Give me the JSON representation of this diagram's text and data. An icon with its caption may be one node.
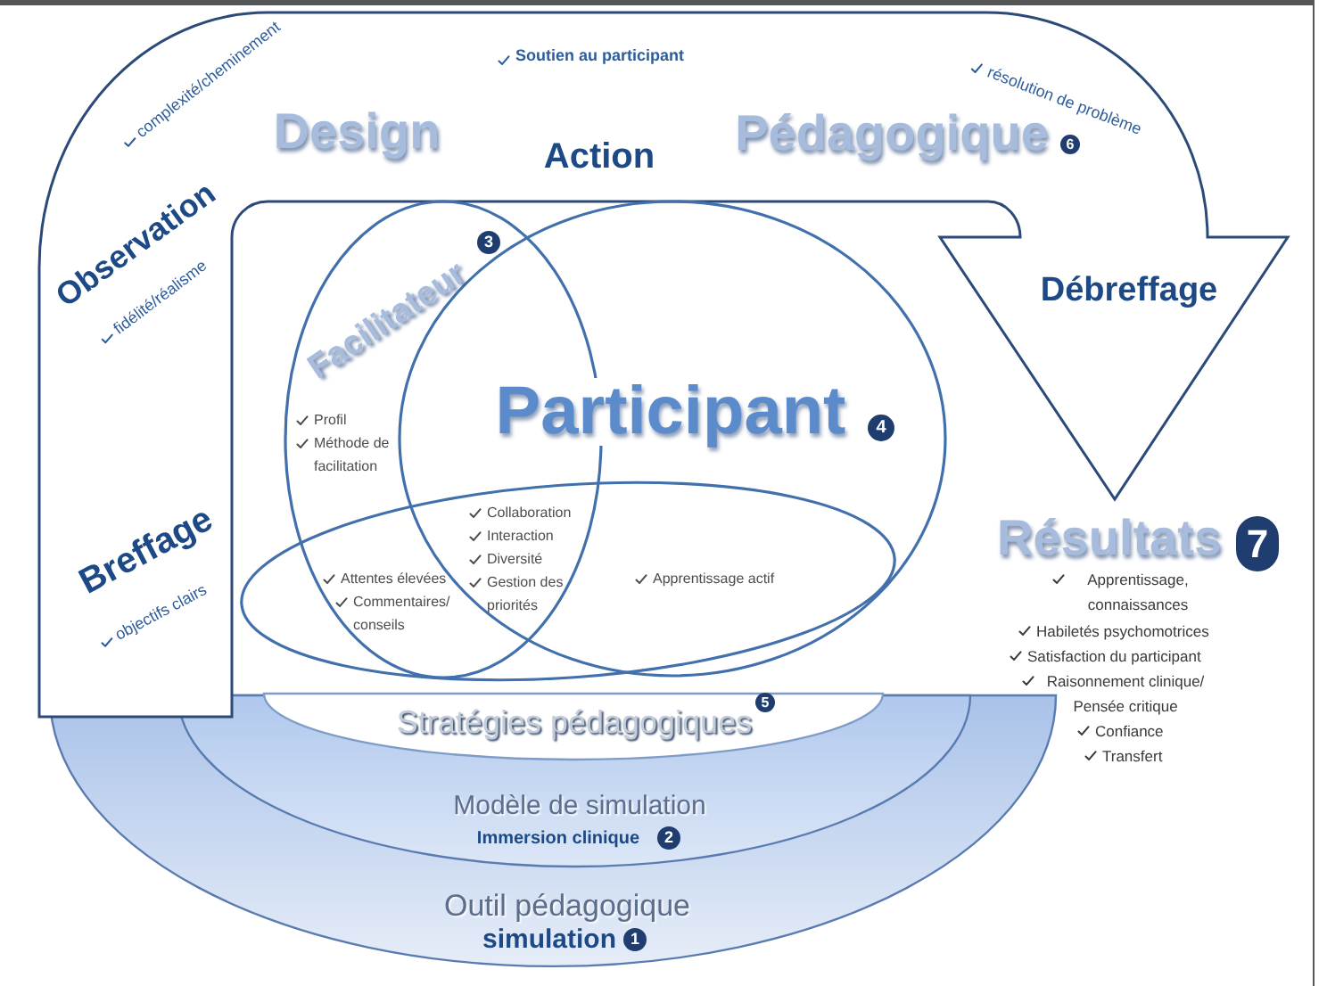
{
  "diagram": {
    "nodes": [
      {
        "text": [
          "complexité/cheminement",
          "Soutien au participant",
          "résolution de problème",
          "Design",
          "Action",
          "Pédagogique",
          "6",
          "Observation",
          "fidélité/réalisme",
          "Débreffage",
          "Breffage",
          "objectifs clairs"
        ]
      },
      {
        "text": [
          "Facilitateur",
          "3",
          "Profil",
          "Méthode de facilitation"
        ]
      },
      {
        "text": [
          "Participant",
          "4"
        ]
      },
      {
        "text": [
          "Attentes élevées",
          "Commentaires/ conseils",
          "Collaboration",
          "Interaction",
          "Diversité",
          "Gestion des priorités",
          "Apprentissage actif"
        ]
      },
      {
        "text": [
          "Outil pédagogique",
          "simulation",
          "1"
        ]
      },
      {
        "text": [
          "Modèle de simulation",
          "Immersion clinique",
          "2"
        ],
        "in": 4
      },
      {
        "text": [
          "Stratégies pédagogiques",
          "5"
        ],
        "in": 5
      }
    ],
    "labels": [
      "Résultats",
      "7",
      "Apprentissage, connaissances",
      "Habiletés psychomotrices",
      "Satisfaction du participant",
      "Raisonnement clinique/ Pensée critique",
      "Confiance",
      "Transfert"
    ]
  }
}
